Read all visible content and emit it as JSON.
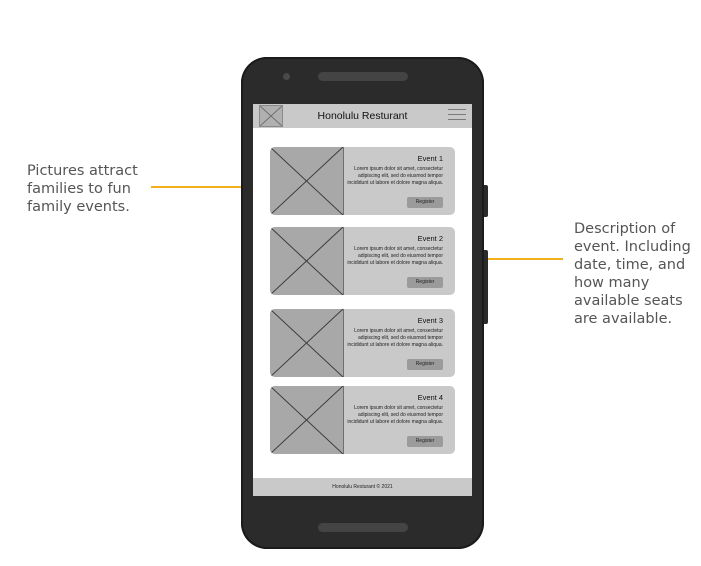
{
  "annotations": {
    "left_note": "Pictures attract families to fun family events.",
    "right_note": "Description of event. Including date, time, and how many available seats are available.",
    "arrow_color": "#F2B01E"
  },
  "app": {
    "title": "Honolulu Resturant",
    "footer": "Honolulu Resturant © 2021"
  },
  "events": [
    {
      "title": "Event 1",
      "description": "Lorem ipsum dolor sit amet, consectetur adipiscing elit, sed do eiusmod tempor incididunt ut labore et dolore magna aliqua.",
      "button": "Register"
    },
    {
      "title": "Event 2",
      "description": "Lorem ipsum dolor sit amet, consectetur adipiscing elit, sed do eiusmod tempor incididunt ut labore et dolore magna aliqua.",
      "button": "Register"
    },
    {
      "title": "Event 3",
      "description": "Lorem ipsum dolor sit amet, consectetur adipiscing elit, sed do eiusmod tempor incididunt ut labore et dolore magna aliqua.",
      "button": "Register"
    },
    {
      "title": "Event 4",
      "description": "Lorem ipsum dolor sit amet, consectetur adipiscing elit, sed do eiusmod tempor incididunt ut labore et dolore magna aliqua.",
      "button": "Register"
    }
  ],
  "icons": {
    "logo": "image-placeholder-icon",
    "menu": "hamburger-menu-icon",
    "event_image": "image-placeholder-icon"
  }
}
